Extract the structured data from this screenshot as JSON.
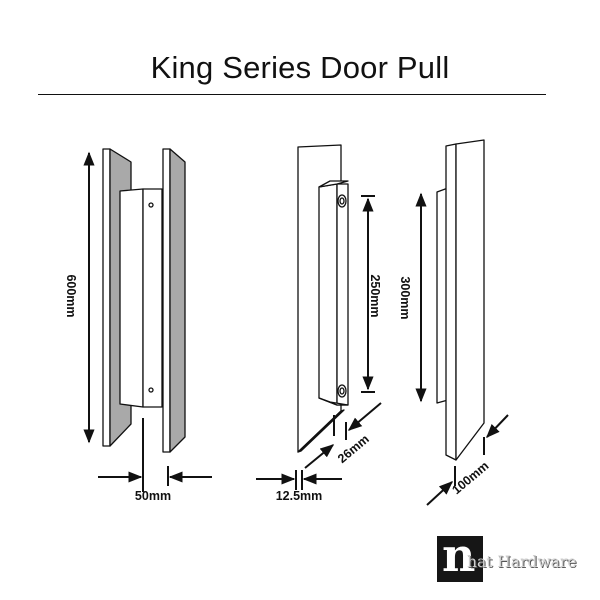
{
  "title": "King Series Door Pull",
  "dimensions": {
    "overall_length": "600mm",
    "spacing": "50mm",
    "plate_thickness": "12.5mm",
    "handle_depth": "26mm",
    "handle_length": "250mm",
    "plate_length": "300mm",
    "plate_width": "100mm"
  },
  "logo": {
    "mark": "n",
    "text": "hat Hardware"
  },
  "colors": {
    "plate_fill": "#a9a9a9",
    "handle_fill": "#ffffff",
    "outline": "#111111"
  }
}
